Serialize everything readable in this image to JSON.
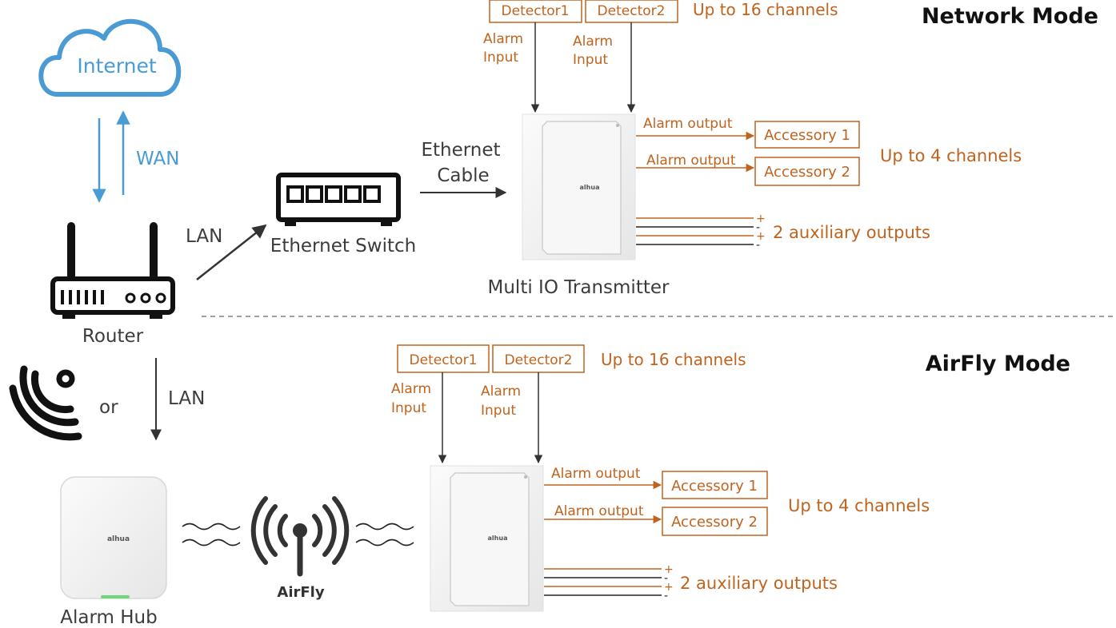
{
  "modes": {
    "network_title": "Network Mode",
    "airfly_title": "AirFly Mode"
  },
  "left": {
    "internet": "Internet",
    "wan": "WAN",
    "lan_top": "LAN",
    "ethernet_switch": "Ethernet Switch",
    "router": "Router",
    "lan_bottom": "LAN",
    "or": "or",
    "alarm_hub": "Alarm Hub",
    "airfly": "AirFly",
    "hub_logo": "alhua"
  },
  "network": {
    "cable_line1": "Ethernet",
    "cable_line2": "Cable",
    "device_label": "Multi IO Transmitter",
    "device_logo": "alhua",
    "detectors": [
      "Detector1",
      "Detector2"
    ],
    "input_channels": "Up to 16 channels",
    "alarm_input_line1": "Alarm",
    "alarm_input_line2": "Input",
    "alarm_output": "Alarm output",
    "accessories": [
      "Accessory 1",
      "Accessory 2"
    ],
    "output_channels": "Up to 4 channels",
    "aux_outputs": "2 auxiliary outputs",
    "aux_signs": [
      "+",
      "-",
      "+",
      "-"
    ]
  },
  "airfly_side": {
    "device_logo": "alhua",
    "detectors": [
      "Detector1",
      "Detector2"
    ],
    "input_channels": "Up to 16 channels",
    "alarm_input_line1": "Alarm",
    "alarm_input_line2": "Input",
    "alarm_output": "Alarm output",
    "accessories": [
      "Accessory 1",
      "Accessory 2"
    ],
    "output_channels": "Up to 4 channels",
    "aux_outputs": "2 auxiliary outputs",
    "aux_signs": [
      "+",
      "-",
      "+",
      "-"
    ]
  },
  "colors": {
    "accent_orange": "#c0631e",
    "internet_blue": "#4a9ad4",
    "text_dark": "#3c3c3c"
  }
}
